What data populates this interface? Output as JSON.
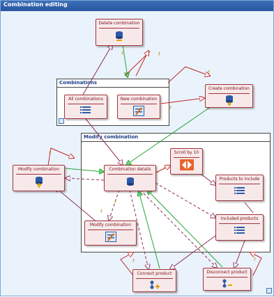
{
  "window": {
    "title": "Combination editing"
  },
  "groups": {
    "combinations": {
      "title": "Combinations"
    },
    "modify": {
      "title": "Modify combination"
    }
  },
  "nodes": {
    "delete": "Delete combination",
    "all": "All combinations",
    "new": "New combination",
    "create": "Create combination",
    "modify_outer": "Modify combination",
    "details": "Combination details",
    "scroll": "Scroll by 10",
    "products_include": "Products to Include",
    "included": "Included products",
    "modify_inner": "Modify combination",
    "connect": "Connect product",
    "disconnect": "Disconnect product"
  },
  "colors": {
    "node_fill": "#f7e9ea",
    "node_border": "#a0333a",
    "edge_red": "#c0262b",
    "edge_green": "#27a33a",
    "edge_purple": "#8b2d5a",
    "canvas": "#eaf3fb"
  }
}
